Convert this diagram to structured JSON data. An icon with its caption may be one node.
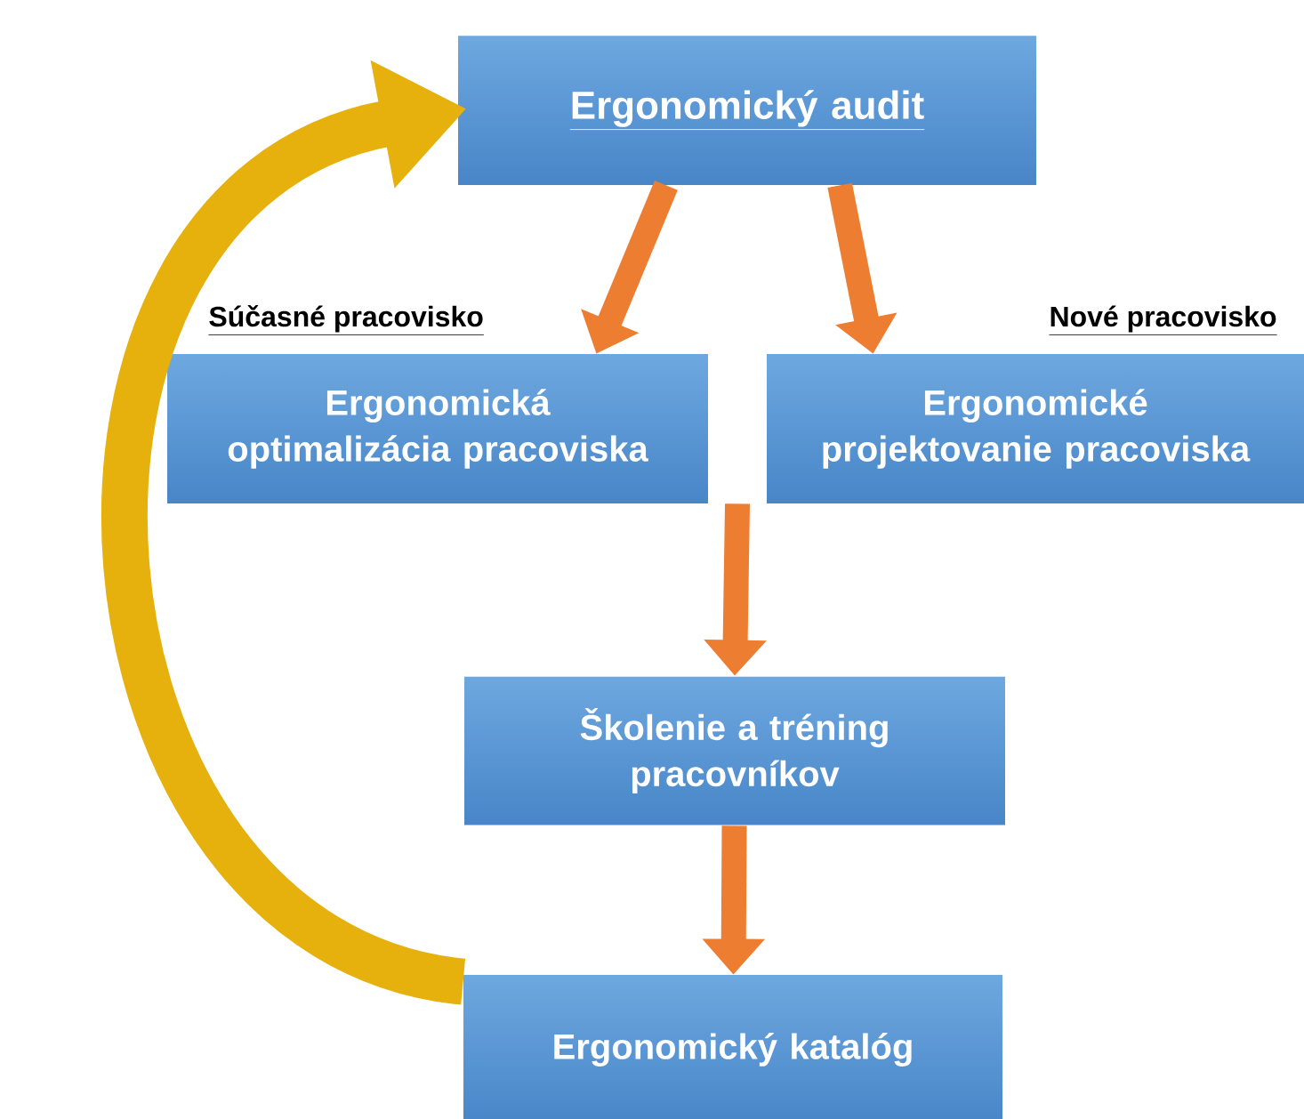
{
  "diagram": {
    "nodes": [
      {
        "text": [
          "Ergonomický audit"
        ]
      },
      {
        "text": [
          "Súčasné pracovisko",
          "Ergonomická optimalizácia pracoviska"
        ]
      },
      {
        "text": [
          "Nové pracovisko",
          "Ergonomické projektovanie pracoviska"
        ]
      },
      {
        "text": [
          "Školenie a tréning pracovníkov"
        ]
      },
      {
        "text": [
          "Ergonomický katalóg"
        ]
      }
    ],
    "edges": [
      {
        "from": 0,
        "to": 1,
        "arrow": "to"
      },
      {
        "from": 0,
        "to": 2,
        "arrow": "to"
      },
      {
        "from": 1,
        "to": 3,
        "arrow": "to"
      },
      {
        "from": 2,
        "to": 3,
        "arrow": "to"
      },
      {
        "from": 3,
        "to": 4,
        "arrow": "to"
      },
      {
        "from": 4,
        "to": 0,
        "arrow": "to",
        "style": "thick",
        "color": "#e6b00d"
      }
    ]
  }
}
